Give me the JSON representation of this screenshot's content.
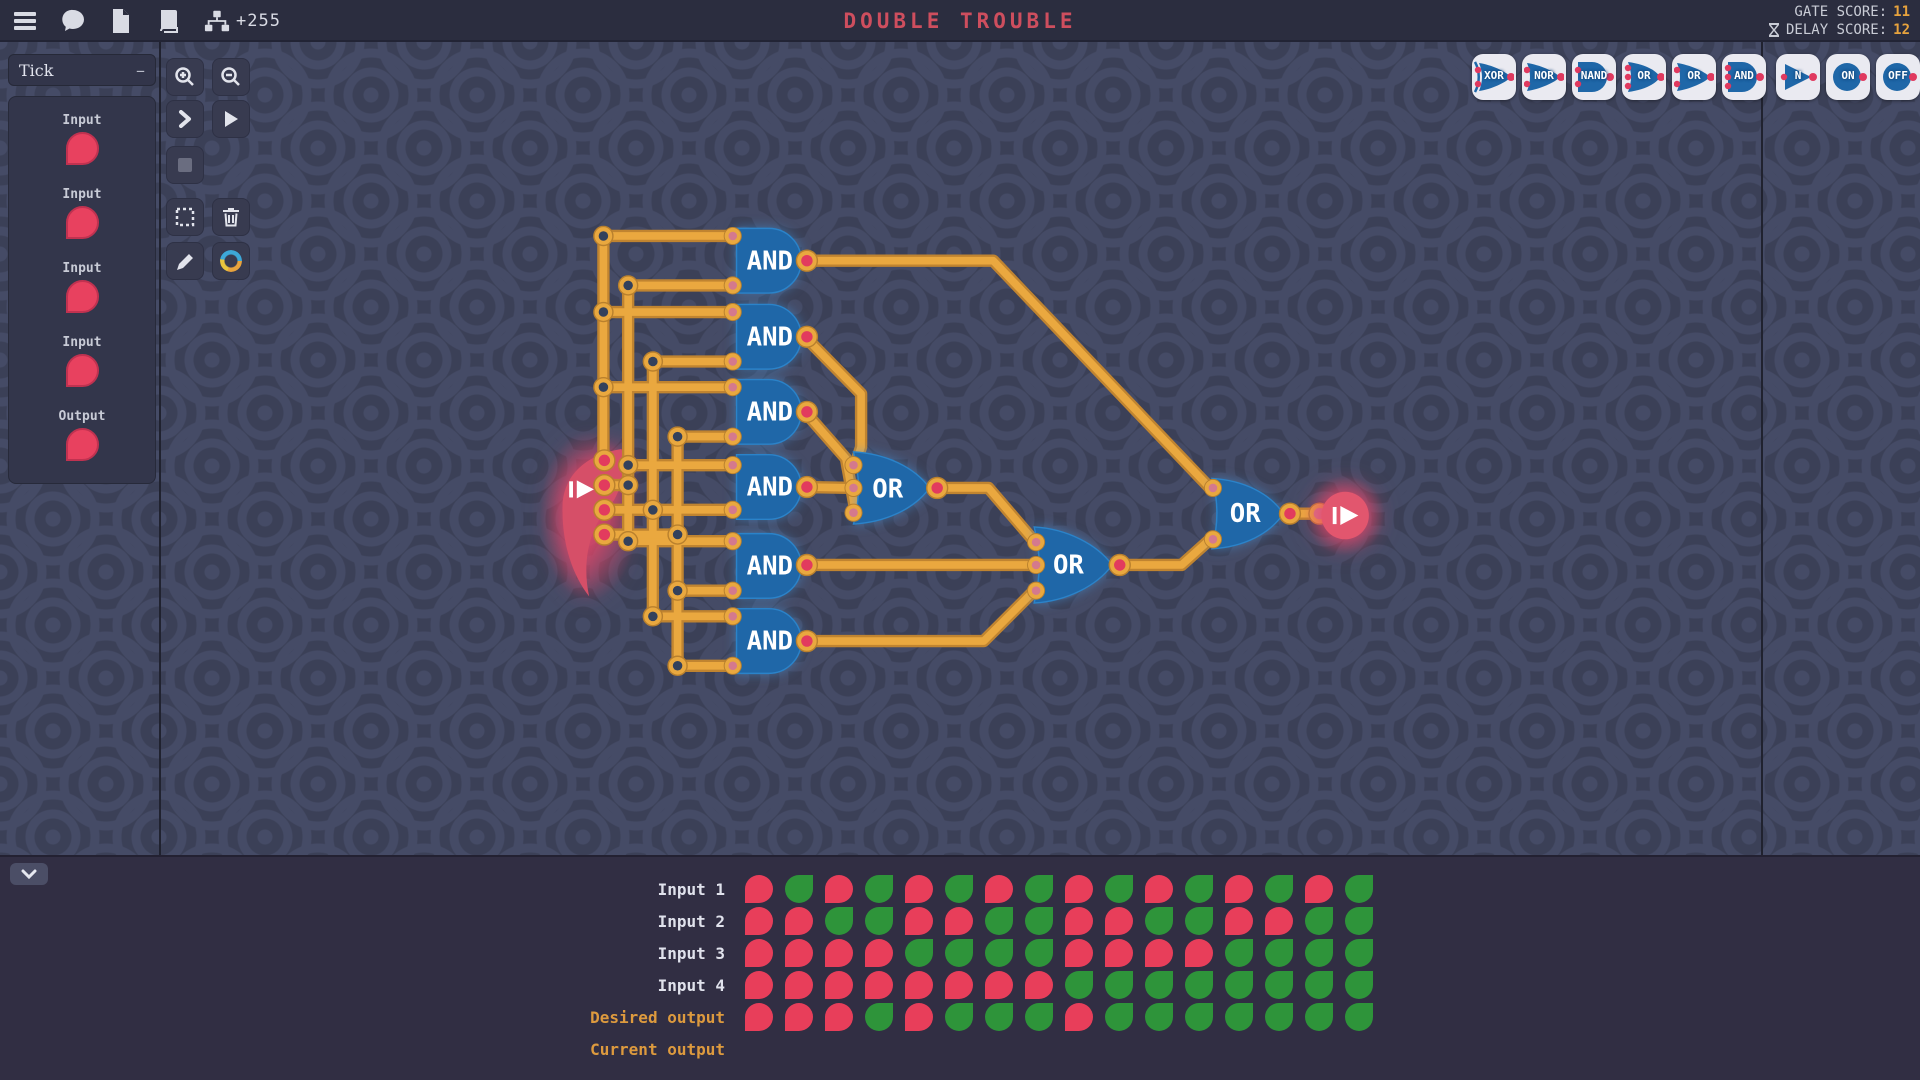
{
  "top_bar": {
    "counter": "+255",
    "title": "DOUBLE TROUBLE",
    "scores": {
      "gate_label": "GATE SCORE:",
      "gate_value": "11",
      "delay_label": "DELAY SCORE:",
      "delay_value": "12"
    }
  },
  "tick_panel": {
    "title": "Tick",
    "minimize": "–",
    "items": [
      {
        "label": "Input"
      },
      {
        "label": "Input"
      },
      {
        "label": "Input"
      },
      {
        "label": "Input"
      },
      {
        "label": "Output"
      }
    ]
  },
  "palette": {
    "gates": [
      {
        "label": "XOR"
      },
      {
        "label": "NOR"
      },
      {
        "label": "NAND"
      },
      {
        "label": "OR"
      },
      {
        "label": "OR"
      },
      {
        "label": "AND"
      },
      {
        "label": "N"
      },
      {
        "label": "ON"
      },
      {
        "label": "OFF"
      }
    ]
  },
  "circuit": {
    "and_label": "AND",
    "or_label": "OR",
    "and_gate_count": 6,
    "or_gate_count": 3
  },
  "truth_table": {
    "rows": [
      {
        "label": "Input 1",
        "values": [
          0,
          1,
          0,
          1,
          0,
          1,
          0,
          1,
          0,
          1,
          0,
          1,
          0,
          1,
          0,
          1
        ]
      },
      {
        "label": "Input 2",
        "values": [
          0,
          0,
          1,
          1,
          0,
          0,
          1,
          1,
          0,
          0,
          1,
          1,
          0,
          0,
          1,
          1
        ]
      },
      {
        "label": "Input 3",
        "values": [
          0,
          0,
          0,
          0,
          1,
          1,
          1,
          1,
          0,
          0,
          0,
          0,
          1,
          1,
          1,
          1
        ]
      },
      {
        "label": "Input 4",
        "values": [
          0,
          0,
          0,
          0,
          0,
          0,
          0,
          0,
          1,
          1,
          1,
          1,
          1,
          1,
          1,
          1
        ]
      },
      {
        "label": "Desired output",
        "values": [
          0,
          0,
          0,
          1,
          0,
          1,
          1,
          1,
          0,
          1,
          1,
          1,
          1,
          1,
          1,
          1
        ]
      },
      {
        "label": "Current output",
        "values": []
      }
    ]
  },
  "colors": {
    "background": "#3b4057",
    "panel": "#2b2d3f",
    "wire": "#eaa83f",
    "gate_blue": "#1f67a8",
    "signal_off_red": "#e83e5a",
    "signal_on_green": "#2e943a",
    "accent_orange": "#e8a33d",
    "title_red": "#ce4e5e"
  }
}
